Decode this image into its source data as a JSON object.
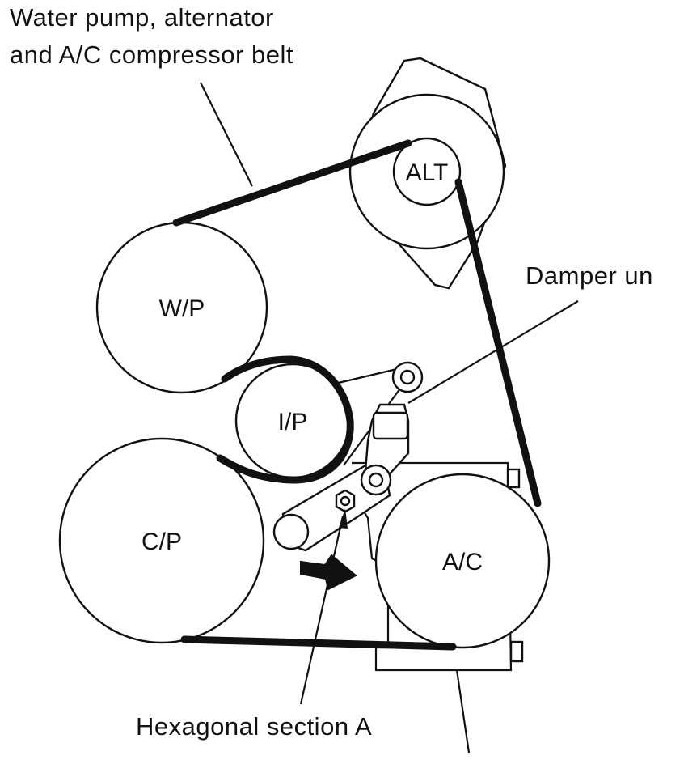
{
  "labels": {
    "belt_line1": "Water pump, alternator",
    "belt_line2": "and A/C compressor belt",
    "damper": "Damper un",
    "hex": "Hexagonal section A"
  },
  "pulleys": {
    "alt": "ALT",
    "wp": "W/P",
    "ip": "I/P",
    "cp": "C/P",
    "ac": "A/C"
  },
  "colors": {
    "ink": "#111111",
    "background": "#ffffff"
  }
}
